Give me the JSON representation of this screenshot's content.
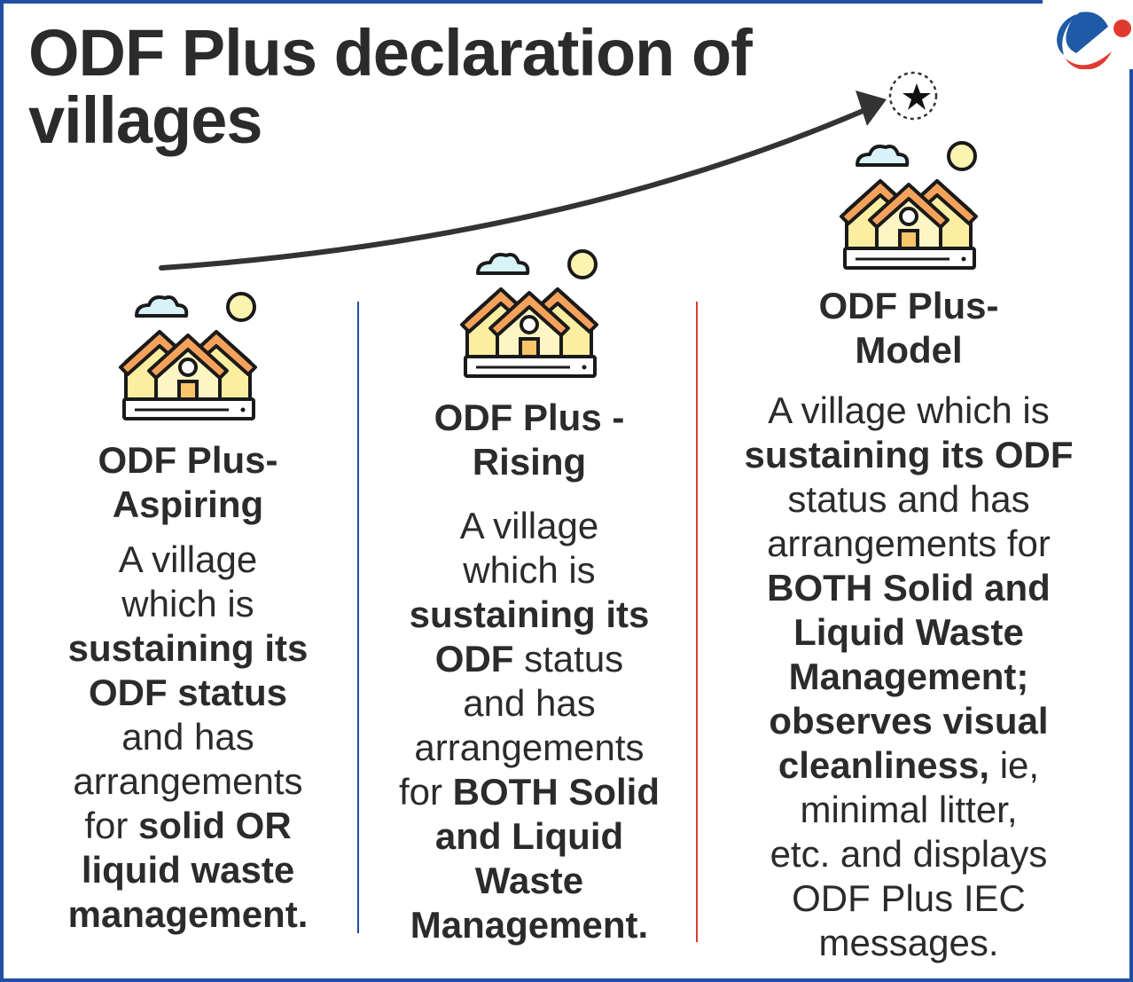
{
  "title": [
    "ODF Plus declaration of",
    "villages"
  ],
  "colors": {
    "frame": "#1f4fa3",
    "divider_1": "#1f4fa3",
    "divider_2": "#e03a2f",
    "text": "#2b2b2b",
    "roof": "#f4a25b",
    "wall": "#fbeea0"
  },
  "columns": [
    {
      "heading": [
        "ODF Plus-",
        "Aspiring"
      ],
      "lines": [
        [
          {
            "t": "A village",
            "b": false
          }
        ],
        [
          {
            "t": "which is",
            "b": false
          }
        ],
        [
          {
            "t": "sustaining its",
            "b": true
          }
        ],
        [
          {
            "t": "ODF status",
            "b": true
          }
        ],
        [
          {
            "t": "and has",
            "b": false
          }
        ],
        [
          {
            "t": "arrangements",
            "b": false
          }
        ],
        [
          {
            "t": "for ",
            "b": false
          },
          {
            "t": "solid OR",
            "b": true
          }
        ],
        [
          {
            "t": "liquid waste",
            "b": true
          }
        ],
        [
          {
            "t": "management.",
            "b": true
          }
        ]
      ]
    },
    {
      "heading": [
        "ODF Plus -",
        "Rising"
      ],
      "lines": [
        [
          {
            "t": "A village",
            "b": false
          }
        ],
        [
          {
            "t": "which is",
            "b": false
          }
        ],
        [
          {
            "t": "sustaining its",
            "b": true
          }
        ],
        [
          {
            "t": "ODF",
            "b": true
          },
          {
            "t": " status",
            "b": false
          }
        ],
        [
          {
            "t": "and has",
            "b": false
          }
        ],
        [
          {
            "t": "arrangements",
            "b": false
          }
        ],
        [
          {
            "t": "for ",
            "b": false
          },
          {
            "t": "BOTH Solid",
            "b": true
          }
        ],
        [
          {
            "t": "and Liquid",
            "b": true
          }
        ],
        [
          {
            "t": "Waste",
            "b": true
          }
        ],
        [
          {
            "t": "Management.",
            "b": true
          }
        ]
      ]
    },
    {
      "heading": [
        "ODF Plus-",
        "Model"
      ],
      "lines": [
        [
          {
            "t": "A village which is",
            "b": false
          }
        ],
        [
          {
            "t": "sustaining its ODF",
            "b": true
          }
        ],
        [
          {
            "t": "status and has",
            "b": false
          }
        ],
        [
          {
            "t": "arrangements for",
            "b": false
          }
        ],
        [
          {
            "t": "BOTH Solid and",
            "b": true
          }
        ],
        [
          {
            "t": "Liquid Waste",
            "b": true
          }
        ],
        [
          {
            "t": "Management;",
            "b": true
          }
        ],
        [
          {
            "t": "observes visual",
            "b": true
          }
        ],
        [
          {
            "t": "cleanliness,",
            "b": true
          },
          {
            "t": " ie,",
            "b": false
          }
        ],
        [
          {
            "t": "minimal litter,",
            "b": false
          }
        ],
        [
          {
            "t": "etc. and displays",
            "b": false
          }
        ],
        [
          {
            "t": "ODF Plus IEC",
            "b": false
          }
        ],
        [
          {
            "t": "messages.",
            "b": false
          }
        ]
      ]
    }
  ]
}
